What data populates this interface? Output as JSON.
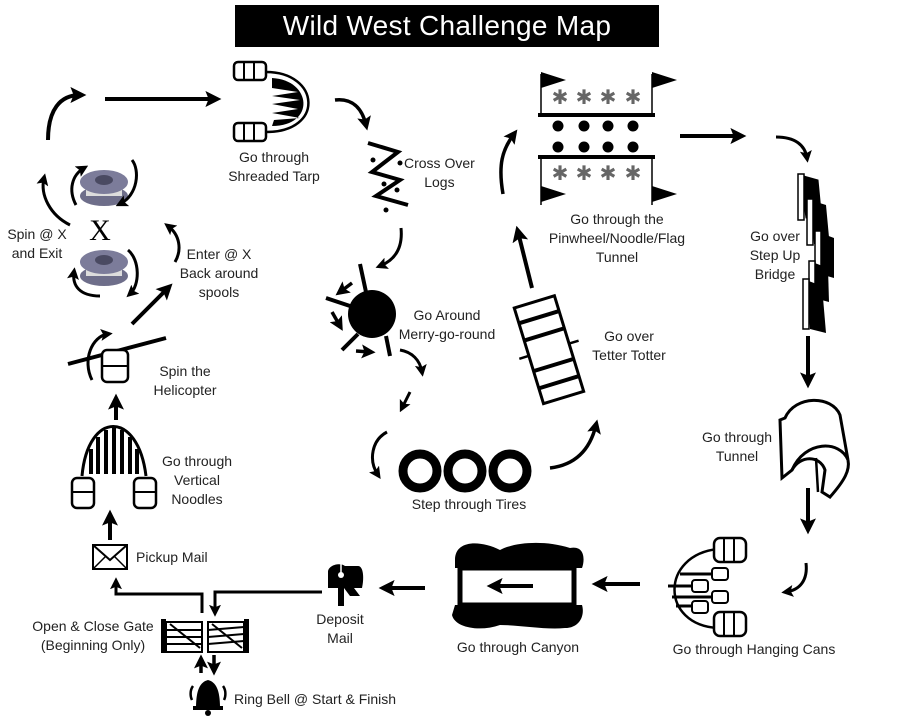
{
  "title": "Wild West Challenge Map",
  "stations": [
    {
      "id": "shredded-tarp",
      "line1": "Go through",
      "line2": "Shreaded Tarp"
    },
    {
      "id": "logs",
      "line1": "Cross Over",
      "line2": "Logs"
    },
    {
      "id": "pinwheel-tunnel",
      "line1": "Go through the",
      "line2": "Pinwheel/Noodle/Flag",
      "line3": "Tunnel"
    },
    {
      "id": "step-up-bridge",
      "line1": "Go over",
      "line2": "Step Up",
      "line3": "Bridge"
    },
    {
      "id": "tunnel",
      "line1": "Go through",
      "line2": "Tunnel"
    },
    {
      "id": "hanging-cans",
      "line1": "Go through Hanging Cans"
    },
    {
      "id": "canyon",
      "line1": "Go through Canyon"
    },
    {
      "id": "deposit-mail",
      "line1": "Deposit",
      "line2": "Mail"
    },
    {
      "id": "gate",
      "line1": "Open & Close Gate",
      "line2": "(Beginning Only)"
    },
    {
      "id": "bell",
      "line1": "Ring Bell @ Start & Finish"
    },
    {
      "id": "pickup-mail",
      "line1": "Pickup Mail"
    },
    {
      "id": "vertical-noodles",
      "line1": "Go through",
      "line2": "Vertical",
      "line3": "Noodles"
    },
    {
      "id": "helicopter",
      "line1": "Spin the",
      "line2": "Helicopter"
    },
    {
      "id": "enter-spools",
      "line1": "Enter @ X",
      "line2": "Back around",
      "line3": "spools"
    },
    {
      "id": "spin-exit",
      "line1": "Spin @ X",
      "line2": "and Exit"
    },
    {
      "id": "merry-go-round",
      "line1": "Go Around",
      "line2": "Merry-go-round"
    },
    {
      "id": "tires",
      "line1": "Step through Tires"
    },
    {
      "id": "tetter-totter",
      "line1": "Go over",
      "line2": "Tetter Totter"
    }
  ],
  "spool_marker": "X",
  "colors": {
    "ink": "#000000",
    "spool": "#6e6e8a",
    "spool_core": "#d8d8d8",
    "title_bg": "#000000",
    "title_fg": "#ffffff"
  }
}
